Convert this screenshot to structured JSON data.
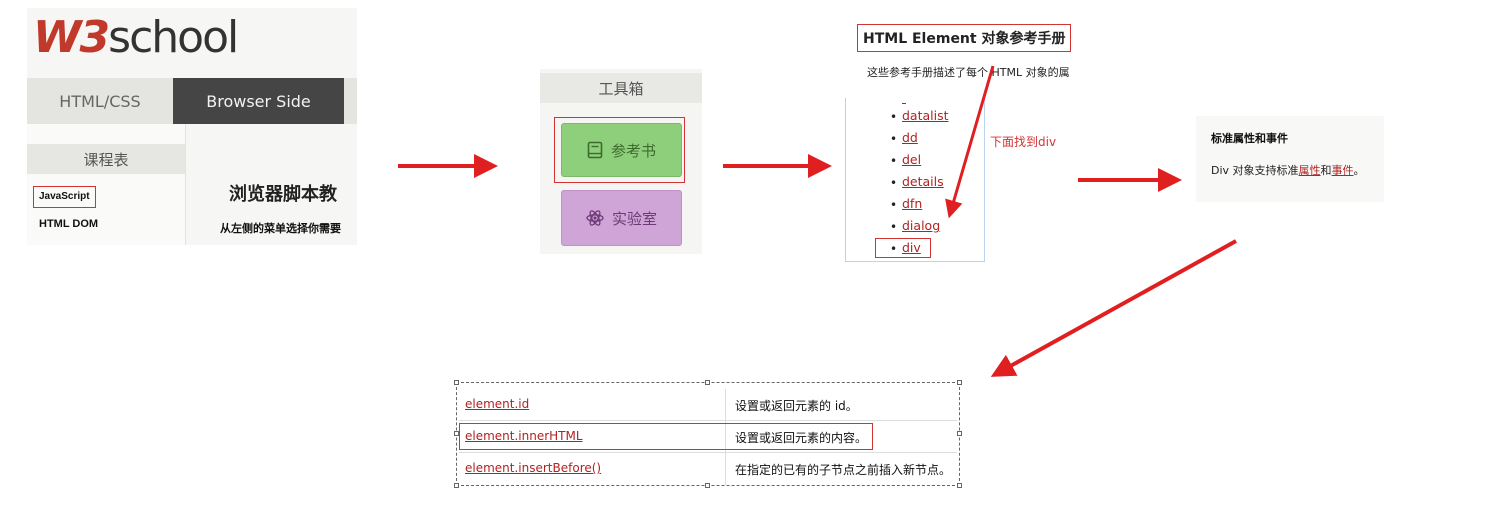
{
  "panel_w3school": {
    "logo_w3": "W3",
    "logo_school": "school",
    "nav_html_css": "HTML/CSS",
    "nav_browser_side": "Browser Side",
    "course_header": "课程表",
    "item_javascript": "JavaScript",
    "item_html_dom": "HTML DOM",
    "main_title": "浏览器脚本教",
    "main_subtitle": "从左侧的菜单选择你需要"
  },
  "panel_toolbox": {
    "header": "工具箱",
    "reference_button": "参考书",
    "lab_button": "实验室"
  },
  "panel_reference": {
    "title": "HTML Element 对象参考手册",
    "description": "这些参考手册描述了每个 HTML 对象的属",
    "list_items": [
      "datalist",
      "dd",
      "del",
      "details",
      "dfn",
      "dialog",
      "div"
    ],
    "annotation": "下面找到div"
  },
  "panel_attributes": {
    "heading": "标准属性和事件",
    "text_prefix": "Div 对象支持标准",
    "link_properties": "属性",
    "text_and": "和",
    "link_events": "事件",
    "text_suffix": "。"
  },
  "panel_table": {
    "rows": [
      {
        "name": "element.id",
        "desc": "设置或返回元素的 id。"
      },
      {
        "name": "element.innerHTML",
        "desc": "设置或返回元素的内容。"
      },
      {
        "name": "element.insertBefore()",
        "desc": "在指定的已有的子节点之前插入新节点。"
      }
    ]
  },
  "colors": {
    "highlight_red": "#d43333",
    "arrow_red": "#e02020",
    "link_red": "#b22222",
    "reference_green": "#8ecf7b",
    "lab_purple": "#cfa4d6",
    "nav_dark": "#454545"
  },
  "icons": {
    "book": "book-icon",
    "atom": "atom-icon",
    "arrow": "arrow-icon"
  }
}
